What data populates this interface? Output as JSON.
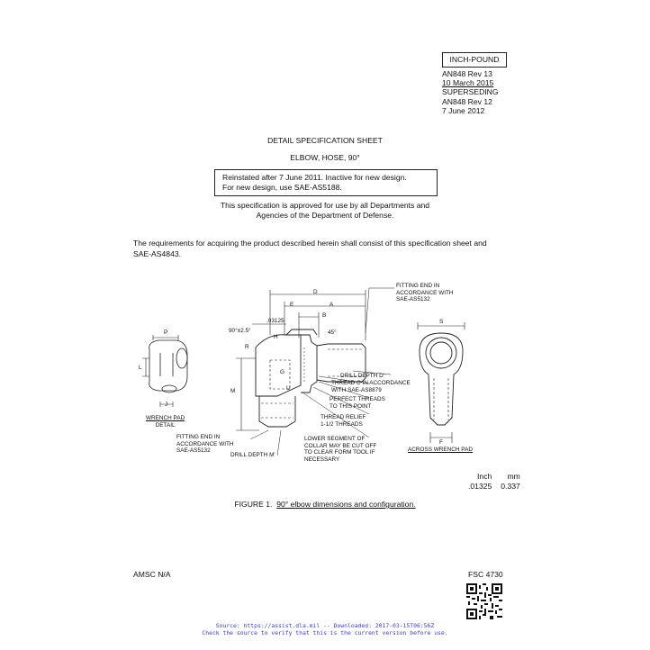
{
  "header": {
    "designation": "INCH-POUND",
    "revision": "AN848 Rev 13",
    "date": "10 March 2015",
    "superseding": "SUPERSEDING",
    "superseded_doc": "AN848 Rev 12",
    "superseded_date": "7 June 2012"
  },
  "title": {
    "sheet_type": "DETAIL SPECIFICATION SHEET",
    "item": "ELBOW, HOSE, 90°"
  },
  "notice": {
    "line1": "Reinstated after 7 June 2011.  Inactive for new design.",
    "line2": "For new design, use SAE-AS5188."
  },
  "approval": {
    "line1": "This specification is approved for use by all Departments and",
    "line2": "Agencies of the Department of Defense."
  },
  "requirements": {
    "line1": "The requirements for acquiring the product described herein shall consist of this specification sheet and",
    "line2": "SAE-AS4843."
  },
  "drawing": {
    "labels": {
      "D": "D",
      "E": "E",
      "A": "A",
      "B": "B",
      "H": "H",
      "R": "R",
      "G": "G",
      "U": "U",
      "M": "M",
      "P": "P",
      "L": "L",
      "J": "J",
      "S": "S",
      "F": "F",
      "angle": "90°±2.5°",
      "dim_03125": ".03125",
      "angle45": "45°",
      "fitting_end_top_1": "FITTING END IN",
      "fitting_end_top_2": "ACCORDANCE WITH",
      "fitting_end_top_3": "SAE-AS5132",
      "drill_depth_d": "DRILL DEPTH D'",
      "thread_c_1": "THREAD C IN ACCORDANCE",
      "thread_c_2": "WITH SAE-AS8879",
      "perfect_1": "PERFECT THREADS",
      "perfect_2": "TO THIS POINT",
      "relief_1": "THREAD RELIEF",
      "relief_2": "1-1/2 THREADS",
      "lower_1": "LOWER SEGMENT OF",
      "lower_2": "COLLAR MAY BE CUT OFF",
      "lower_3": "TO CLEAR FORM TOOL IF",
      "lower_4": "NECESSARY",
      "fitting_end_bot_1": "FITTING END IN",
      "fitting_end_bot_2": "ACCORDANCE WITH",
      "fitting_end_bot_3": "SAE-AS5132",
      "drill_depth_m": "DRILL DEPTH M'",
      "wrench_pad_1": "WRENCH PAD",
      "wrench_pad_2": "DETAIL",
      "across": "ACROSS WRENCH PAD"
    }
  },
  "units": {
    "head_inch": "Inch",
    "head_mm": "mm",
    "inch_value": ".01325",
    "mm_value": "0.337"
  },
  "figure": {
    "prefix": "FIGURE 1.",
    "caption": "90° elbow dimensions and configuration."
  },
  "footer": {
    "amsc": "AMSC N/A",
    "fsc": "FSC 4730",
    "source_line1": "Source: https://assist.dla.mil -- Downloaded: 2017-03-15T06:56Z",
    "source_line2": "Check the source to verify that this is the current version before use."
  },
  "colors": {
    "source_text": "#3b3bd6",
    "ink": "#111111"
  }
}
